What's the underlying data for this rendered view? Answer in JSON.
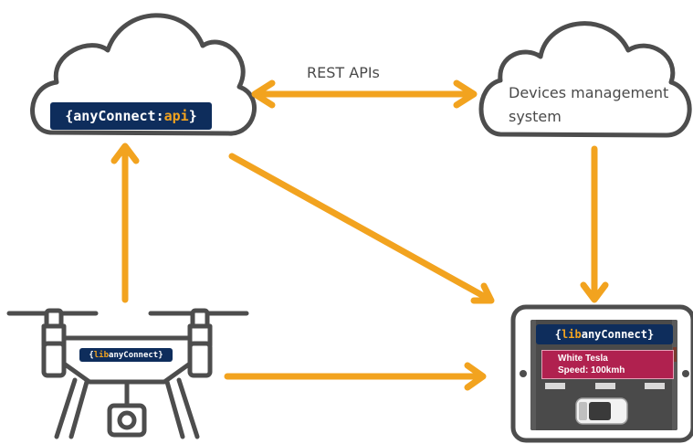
{
  "rest_label": "REST APIs",
  "dms": {
    "line1": "Devices management",
    "line2": "system"
  },
  "api_badge": {
    "open": "{anyConnect:",
    "accent": "api",
    "close": "}"
  },
  "lib_badge": {
    "open": "{",
    "accent": "lib",
    "rest": "anyConnect}"
  },
  "tablet_info": {
    "vehicle": "White Tesla",
    "speed": "Speed: 100kmh"
  },
  "colors": {
    "arrow": "#f2a31f",
    "outline": "#4d4d4d",
    "badge_bg": "#0e2d5c",
    "badge_accent": "#f2a31f",
    "info_bg": "#b0214f",
    "road": "#4a4a4a"
  },
  "icons": [
    "cloud-icon",
    "drone-icon",
    "tablet-icon",
    "camera-icon",
    "car-icon"
  ]
}
